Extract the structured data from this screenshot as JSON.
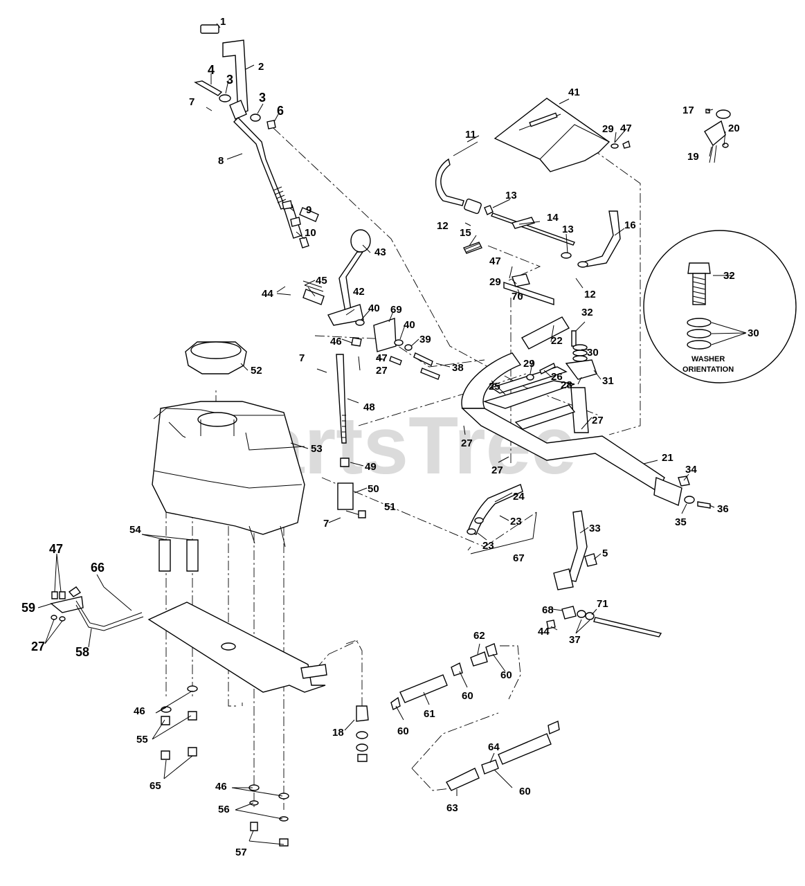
{
  "watermark": "PartsTree",
  "inset_note": {
    "line1": "WASHER",
    "line2": "ORIENTATION"
  },
  "callouts": [
    {
      "id": "c1",
      "text": "1"
    },
    {
      "id": "c2",
      "text": "2"
    },
    {
      "id": "c3a",
      "text": "3"
    },
    {
      "id": "c3b",
      "text": "3"
    },
    {
      "id": "c4",
      "text": "4"
    },
    {
      "id": "c5",
      "text": "5"
    },
    {
      "id": "c6",
      "text": "6"
    },
    {
      "id": "c7a",
      "text": "7"
    },
    {
      "id": "c7b",
      "text": "7"
    },
    {
      "id": "c7c",
      "text": "7"
    },
    {
      "id": "c8",
      "text": "8"
    },
    {
      "id": "c9",
      "text": "9"
    },
    {
      "id": "c10",
      "text": "10"
    },
    {
      "id": "c11",
      "text": "11"
    },
    {
      "id": "c12a",
      "text": "12"
    },
    {
      "id": "c12b",
      "text": "12"
    },
    {
      "id": "c13a",
      "text": "13"
    },
    {
      "id": "c13b",
      "text": "13"
    },
    {
      "id": "c14",
      "text": "14"
    },
    {
      "id": "c15",
      "text": "15"
    },
    {
      "id": "c16",
      "text": "16"
    },
    {
      "id": "c17",
      "text": "17"
    },
    {
      "id": "c18",
      "text": "18"
    },
    {
      "id": "c19",
      "text": "19"
    },
    {
      "id": "c20",
      "text": "20"
    },
    {
      "id": "c21",
      "text": "21"
    },
    {
      "id": "c22",
      "text": "22"
    },
    {
      "id": "c23a",
      "text": "23"
    },
    {
      "id": "c23b",
      "text": "23"
    },
    {
      "id": "c24",
      "text": "24"
    },
    {
      "id": "c25",
      "text": "25"
    },
    {
      "id": "c26",
      "text": "26"
    },
    {
      "id": "c27a",
      "text": "27"
    },
    {
      "id": "c27b",
      "text": "27"
    },
    {
      "id": "c27c",
      "text": "27"
    },
    {
      "id": "c27d",
      "text": "27"
    },
    {
      "id": "c27e",
      "text": "27"
    },
    {
      "id": "c28",
      "text": "28"
    },
    {
      "id": "c29a",
      "text": "29"
    },
    {
      "id": "c29b",
      "text": "29"
    },
    {
      "id": "c29c",
      "text": "29"
    },
    {
      "id": "c30a",
      "text": "30"
    },
    {
      "id": "c30b",
      "text": "30"
    },
    {
      "id": "c31",
      "text": "31"
    },
    {
      "id": "c32a",
      "text": "32"
    },
    {
      "id": "c32b",
      "text": "32"
    },
    {
      "id": "c33",
      "text": "33"
    },
    {
      "id": "c34",
      "text": "34"
    },
    {
      "id": "c35",
      "text": "35"
    },
    {
      "id": "c36",
      "text": "36"
    },
    {
      "id": "c37",
      "text": "37"
    },
    {
      "id": "c38",
      "text": "38"
    },
    {
      "id": "c39",
      "text": "39"
    },
    {
      "id": "c40a",
      "text": "40"
    },
    {
      "id": "c40b",
      "text": "40"
    },
    {
      "id": "c41",
      "text": "41"
    },
    {
      "id": "c42",
      "text": "42"
    },
    {
      "id": "c43",
      "text": "43"
    },
    {
      "id": "c44a",
      "text": "44"
    },
    {
      "id": "c44b",
      "text": "44"
    },
    {
      "id": "c45",
      "text": "45"
    },
    {
      "id": "c46a",
      "text": "46"
    },
    {
      "id": "c46b",
      "text": "46"
    },
    {
      "id": "c46c",
      "text": "46"
    },
    {
      "id": "c47a",
      "text": "47"
    },
    {
      "id": "c47b",
      "text": "47"
    },
    {
      "id": "c47c",
      "text": "47"
    },
    {
      "id": "c47d",
      "text": "47"
    },
    {
      "id": "c48",
      "text": "48"
    },
    {
      "id": "c49",
      "text": "49"
    },
    {
      "id": "c50",
      "text": "50"
    },
    {
      "id": "c51",
      "text": "51"
    },
    {
      "id": "c52",
      "text": "52"
    },
    {
      "id": "c53",
      "text": "53"
    },
    {
      "id": "c54",
      "text": "54"
    },
    {
      "id": "c55",
      "text": "55"
    },
    {
      "id": "c56",
      "text": "56"
    },
    {
      "id": "c57",
      "text": "57"
    },
    {
      "id": "c58",
      "text": "58"
    },
    {
      "id": "c59",
      "text": "59"
    },
    {
      "id": "c60a",
      "text": "60"
    },
    {
      "id": "c60b",
      "text": "60"
    },
    {
      "id": "c60c",
      "text": "60"
    },
    {
      "id": "c60d",
      "text": "60"
    },
    {
      "id": "c61",
      "text": "61"
    },
    {
      "id": "c62",
      "text": "62"
    },
    {
      "id": "c63",
      "text": "63"
    },
    {
      "id": "c64",
      "text": "64"
    },
    {
      "id": "c65",
      "text": "65"
    },
    {
      "id": "c66",
      "text": "66"
    },
    {
      "id": "c67",
      "text": "67"
    },
    {
      "id": "c68",
      "text": "68"
    },
    {
      "id": "c69",
      "text": "69"
    },
    {
      "id": "c70",
      "text": "70"
    },
    {
      "id": "c71",
      "text": "71"
    }
  ]
}
